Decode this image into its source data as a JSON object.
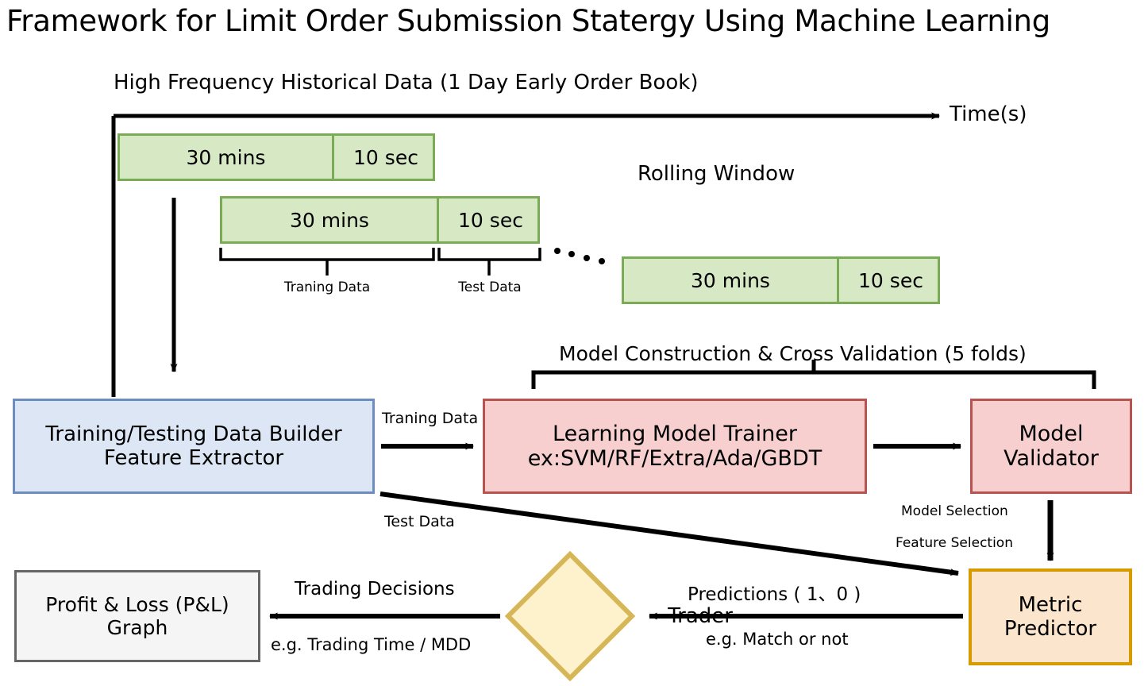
{
  "title": "Framework for Limit Order Submission Statergy Using Machine Learning",
  "timeline": {
    "subtitle": "High Frequency Historical Data (1 Day Early Order Book)",
    "axis_label": "Time(s)",
    "rolling_window_label": "Rolling Window",
    "windows": [
      {
        "train": "30 mins",
        "test": "10 sec"
      },
      {
        "train": "30 mins",
        "test": "10 sec"
      },
      {
        "train": "30 mins",
        "test": "10 sec"
      }
    ],
    "brackets": {
      "training": "Traning Data",
      "test": "Test Data"
    }
  },
  "pipeline": {
    "cross_validation_label": "Model Construction & Cross Validation (5 folds)",
    "data_builder": {
      "line1": "Training/Testing Data Builder",
      "line2": "Feature Extractor"
    },
    "model_trainer": {
      "line1": "Learning Model Trainer",
      "line2": "ex:SVM/RF/Extra/Ada/GBDT"
    },
    "model_validator": {
      "line1": "Model",
      "line2": "Validator"
    },
    "metric_predictor": {
      "line1": "Metric",
      "line2": "Predictor"
    },
    "trader": "Trader",
    "pnl": {
      "line1": "Profit & Loss (P&L)",
      "line2": "Graph"
    },
    "edges": {
      "training_data": "Traning Data",
      "test_data": "Test Data",
      "model_selection": "Model Selection",
      "feature_selection": "Feature Selection",
      "predictions": "Predictions ( 1、0 )",
      "predictions_sub": "e.g. Match or not",
      "trading_decisions": "Trading Decisions",
      "trading_decisions_sub": "e.g. Trading Time / MDD"
    }
  },
  "colors": {
    "green_fill": "#d6e8c4",
    "green_border": "#7aab55",
    "blue_fill": "#dce6f5",
    "blue_border": "#6c8ebf",
    "red_fill": "#f7cfcf",
    "red_border": "#b85450",
    "orange_fill": "#fbe5cc",
    "orange_border": "#d79b00",
    "diamond_fill": "#fdf2cc",
    "diamond_border": "#d6b656",
    "gray_fill": "#f5f5f5",
    "gray_border": "#666666",
    "stroke": "#000000"
  }
}
